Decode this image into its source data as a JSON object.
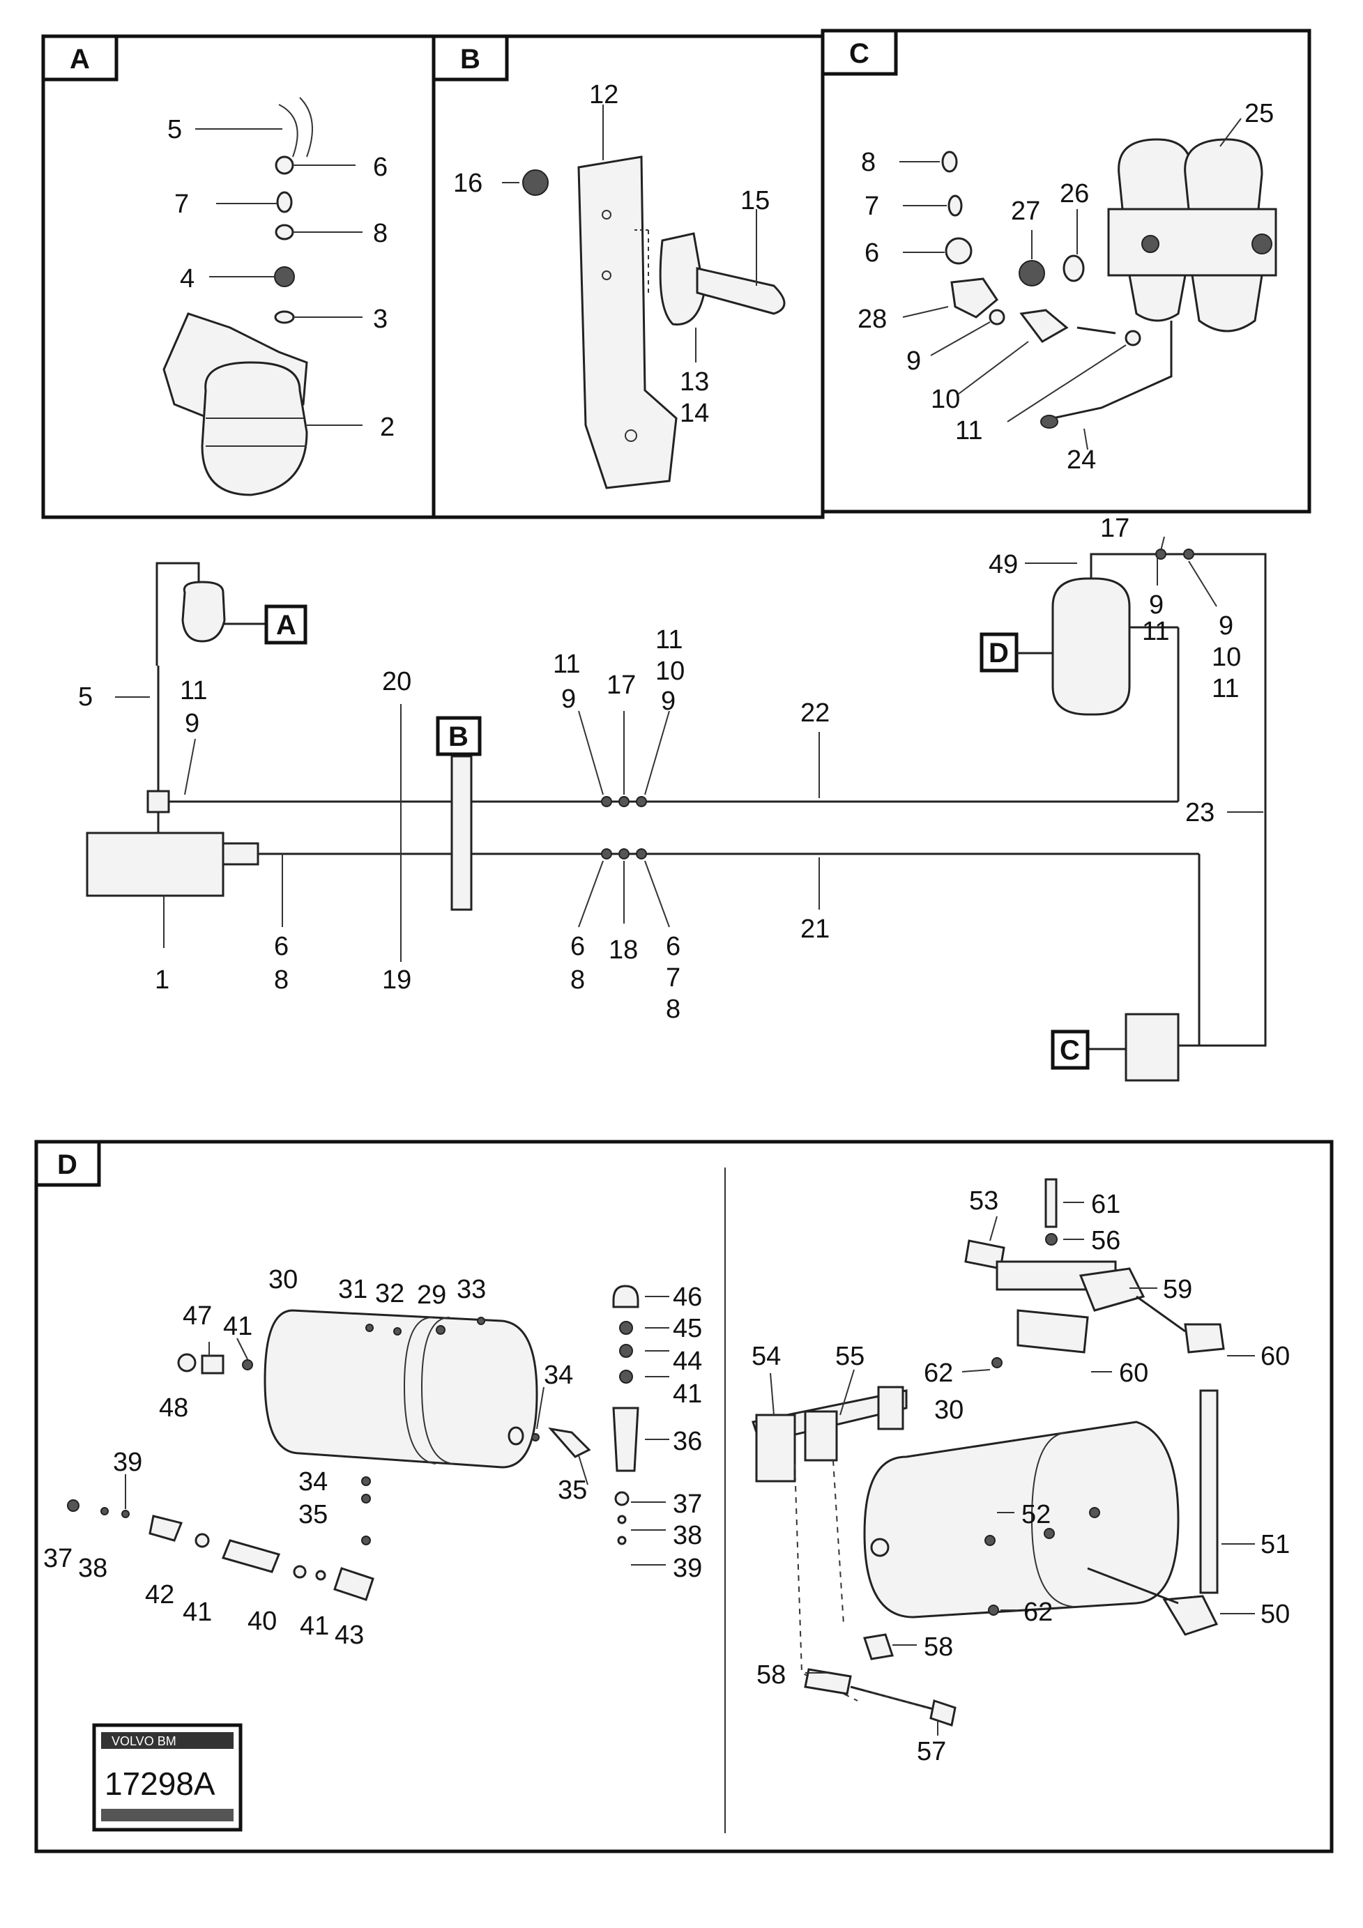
{
  "panels": {
    "A": {
      "tag": "A",
      "labels": [
        {
          "id": "a5",
          "text": "5"
        },
        {
          "id": "a6",
          "text": "6"
        },
        {
          "id": "a7",
          "text": "7"
        },
        {
          "id": "a8",
          "text": "8"
        },
        {
          "id": "a4",
          "text": "4"
        },
        {
          "id": "a3",
          "text": "3"
        },
        {
          "id": "a2",
          "text": "2"
        }
      ]
    },
    "B": {
      "tag": "B",
      "labels": [
        {
          "id": "b12",
          "text": "12"
        },
        {
          "id": "b16",
          "text": "16"
        },
        {
          "id": "b15",
          "text": "15"
        },
        {
          "id": "b13",
          "text": "13"
        },
        {
          "id": "b14",
          "text": "14"
        }
      ]
    },
    "C": {
      "tag": "C",
      "labels": [
        {
          "id": "c25",
          "text": "25"
        },
        {
          "id": "c8",
          "text": "8"
        },
        {
          "id": "c7",
          "text": "7"
        },
        {
          "id": "c6",
          "text": "6"
        },
        {
          "id": "c27",
          "text": "27"
        },
        {
          "id": "c26",
          "text": "26"
        },
        {
          "id": "c28",
          "text": "28"
        },
        {
          "id": "c9",
          "text": "9"
        },
        {
          "id": "c10",
          "text": "10"
        },
        {
          "id": "c11",
          "text": "11"
        },
        {
          "id": "c24",
          "text": "24"
        }
      ]
    },
    "D": {
      "tag": "D",
      "labels": [
        {
          "id": "d30",
          "text": "30"
        },
        {
          "id": "d31",
          "text": "31"
        },
        {
          "id": "d32",
          "text": "32"
        },
        {
          "id": "d29",
          "text": "29"
        },
        {
          "id": "d33",
          "text": "33"
        },
        {
          "id": "d47",
          "text": "47"
        },
        {
          "id": "d41a",
          "text": "41"
        },
        {
          "id": "d48",
          "text": "48"
        },
        {
          "id": "d34",
          "text": "34"
        },
        {
          "id": "d46",
          "text": "46"
        },
        {
          "id": "d45",
          "text": "45"
        },
        {
          "id": "d44",
          "text": "44"
        },
        {
          "id": "d41b",
          "text": "41"
        },
        {
          "id": "d36",
          "text": "36"
        },
        {
          "id": "d35",
          "text": "35"
        },
        {
          "id": "d37",
          "text": "37"
        },
        {
          "id": "d38",
          "text": "38"
        },
        {
          "id": "d39",
          "text": "39"
        },
        {
          "id": "d34b",
          "text": "34"
        },
        {
          "id": "d35b",
          "text": "35"
        },
        {
          "id": "d39b",
          "text": "39"
        },
        {
          "id": "d37b",
          "text": "37"
        },
        {
          "id": "d38b",
          "text": "38"
        },
        {
          "id": "d42",
          "text": "42"
        },
        {
          "id": "d41c",
          "text": "41"
        },
        {
          "id": "d40",
          "text": "40"
        },
        {
          "id": "d41d",
          "text": "41"
        },
        {
          "id": "d43",
          "text": "43"
        },
        {
          "id": "d53",
          "text": "53"
        },
        {
          "id": "d61",
          "text": "61"
        },
        {
          "id": "d56",
          "text": "56"
        },
        {
          "id": "d59",
          "text": "59"
        },
        {
          "id": "d54",
          "text": "54"
        },
        {
          "id": "d55",
          "text": "55"
        },
        {
          "id": "d62a",
          "text": "62"
        },
        {
          "id": "d60",
          "text": "60"
        },
        {
          "id": "d30b",
          "text": "30"
        },
        {
          "id": "d60b",
          "text": "60"
        },
        {
          "id": "d52",
          "text": "52"
        },
        {
          "id": "d51",
          "text": "51"
        },
        {
          "id": "d62b",
          "text": "62"
        },
        {
          "id": "d50",
          "text": "50"
        },
        {
          "id": "d58a",
          "text": "58"
        },
        {
          "id": "d58b",
          "text": "58"
        },
        {
          "id": "d57",
          "text": "57"
        }
      ]
    }
  },
  "main": {
    "callouts": [
      {
        "id": "mA",
        "text": "A"
      },
      {
        "id": "mB",
        "text": "B"
      },
      {
        "id": "mC",
        "text": "C"
      },
      {
        "id": "mD",
        "text": "D"
      }
    ],
    "labels": [
      {
        "id": "m5",
        "text": "5"
      },
      {
        "id": "m11a",
        "text": "11"
      },
      {
        "id": "m9a",
        "text": "9"
      },
      {
        "id": "m20",
        "text": "20"
      },
      {
        "id": "m1",
        "text": "1"
      },
      {
        "id": "m6a",
        "text": "6"
      },
      {
        "id": "m8a",
        "text": "8"
      },
      {
        "id": "m19",
        "text": "19"
      },
      {
        "id": "m11b",
        "text": "11"
      },
      {
        "id": "m9b",
        "text": "9"
      },
      {
        "id": "m17a",
        "text": "17"
      },
      {
        "id": "m11c",
        "text": "11"
      },
      {
        "id": "m10a",
        "text": "10"
      },
      {
        "id": "m9c",
        "text": "9"
      },
      {
        "id": "m22",
        "text": "22"
      },
      {
        "id": "m6b",
        "text": "6"
      },
      {
        "id": "m8b",
        "text": "8"
      },
      {
        "id": "m18",
        "text": "18"
      },
      {
        "id": "m6c",
        "text": "6"
      },
      {
        "id": "m7",
        "text": "7"
      },
      {
        "id": "m8c",
        "text": "8"
      },
      {
        "id": "m21",
        "text": "21"
      },
      {
        "id": "m17b",
        "text": "17"
      },
      {
        "id": "m49",
        "text": "49"
      },
      {
        "id": "m9d",
        "text": "9"
      },
      {
        "id": "m11d",
        "text": "11"
      },
      {
        "id": "m9e",
        "text": "9"
      },
      {
        "id": "m10b",
        "text": "10"
      },
      {
        "id": "m11e",
        "text": "11"
      },
      {
        "id": "m23",
        "text": "23"
      }
    ]
  },
  "stamp": {
    "brand": "VOLVO BM",
    "code": "17298A"
  }
}
